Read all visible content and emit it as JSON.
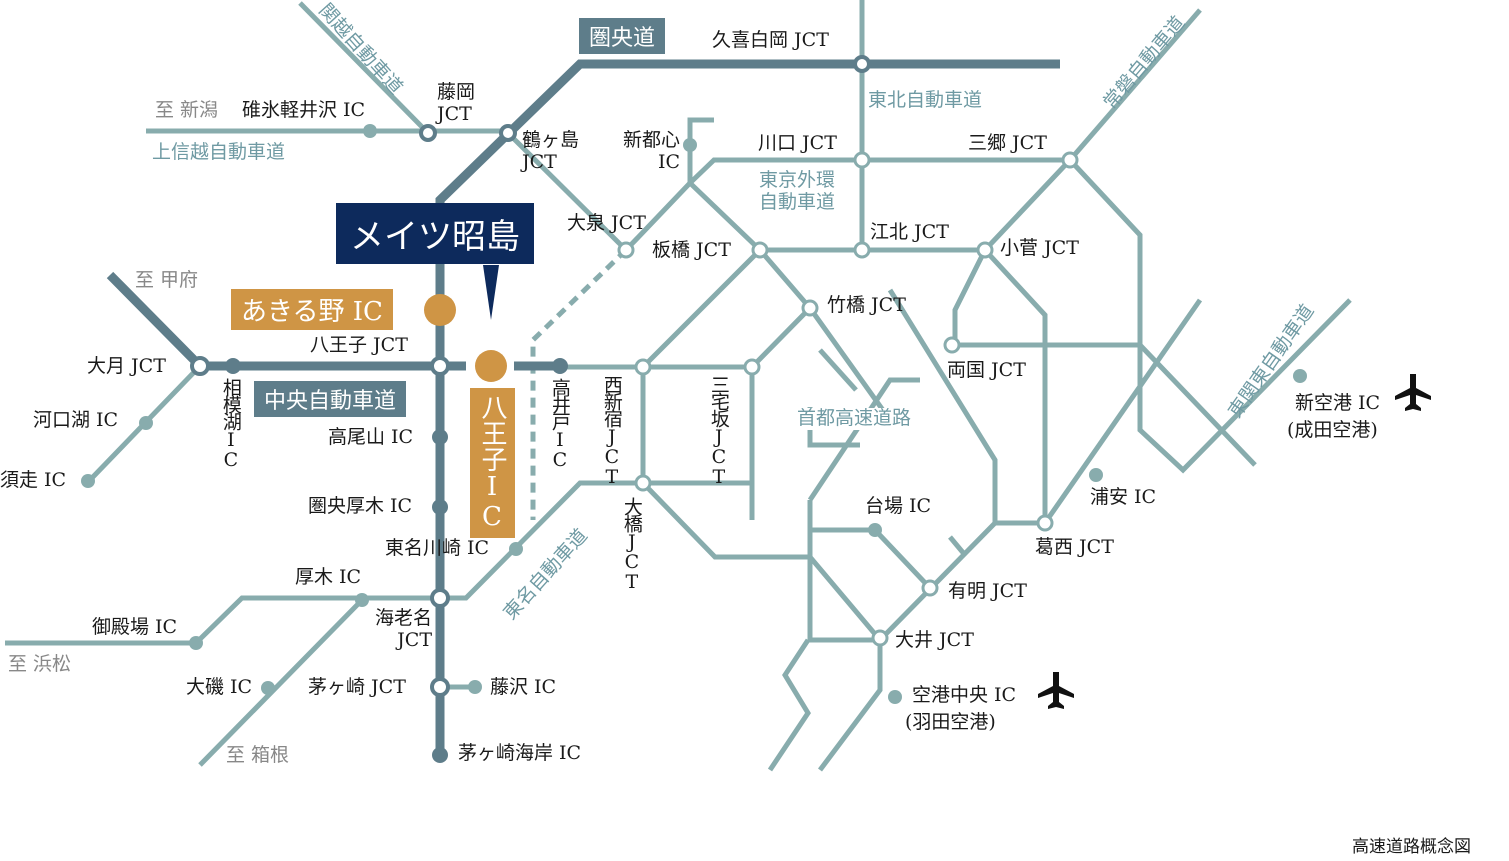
{
  "colors": {
    "minor_road": "#88acad",
    "major_road": "#5e7d8a",
    "highlight": "#0d2a5c",
    "station": "#cf9545"
  },
  "property": "メイツ昭島",
  "stations": {
    "akiruno": "あきる野 IC",
    "hachioji": "八王子IC"
  },
  "roads": {
    "kenodo": "圏央道",
    "chuo": "中央自動車道",
    "kanetsu": "関越自動車道",
    "joshinetsu": "上信越自動車道",
    "tohoku": "東北自動車道",
    "gaikan": "東京外環自動車道",
    "joban": "常磐自動車道",
    "higashikanto": "東関東自動車道",
    "shuto": "首都高速道路",
    "tomei": "東名自動車道"
  },
  "directions": {
    "niigata": "至 新潟",
    "kofu": "至 甲府",
    "hamamatsu": "至 浜松",
    "hakone": "至 箱根"
  },
  "nodes": {
    "kuki": "久喜白岡 JCT",
    "fujioka": "藤岡JCT",
    "usui": "碓氷軽井沢 IC",
    "tsurugashima": "鶴ヶ島JCT",
    "shintoshin": "新都心IC",
    "kawaguchi": "川口 JCT",
    "misato": "三郷 JCT",
    "oizumi": "大泉 JCT",
    "itabashi": "板橋 JCT",
    "kohoku": "江北 JCT",
    "kosuge": "小菅 JCT",
    "takebashi": "竹橋 JCT",
    "ryogoku": "両国 JCT",
    "hachiojijct": "八王子 JCT",
    "otsuki": "大月 JCT",
    "sagamiko": "相模湖IC",
    "takaido": "高井戸IC",
    "nishishinjuku": "西新宿JCT",
    "miyakezaka": "三宅坂JCT",
    "kawaguchiko": "河口湖 IC",
    "subashiri": "須走 IC",
    "takaosan": "高尾山 IC",
    "kenoatsugi": "圏央厚木 IC",
    "tomeikawasaki": "東名川崎 IC",
    "ohashi": "大橋JCT",
    "daiba": "台場 IC",
    "urayasu": "浦安 IC",
    "kasai": "葛西 JCT",
    "ariake": "有明 JCT",
    "oi": "大井 JCT",
    "atsugi": "厚木 IC",
    "ebina": "海老名JCT",
    "gotemba": "御殿場 IC",
    "oiso": "大磯 IC",
    "chigasaki": "茅ヶ崎 JCT",
    "fujisawa": "藤沢 IC",
    "chigasakikaigan": "茅ヶ崎海岸 IC",
    "shinkuko": "新空港 IC",
    "narita": "(成田空港)",
    "kukochuo": "空港中央 IC",
    "haneda": "(羽田空港)"
  },
  "caption": "高速道路概念図"
}
